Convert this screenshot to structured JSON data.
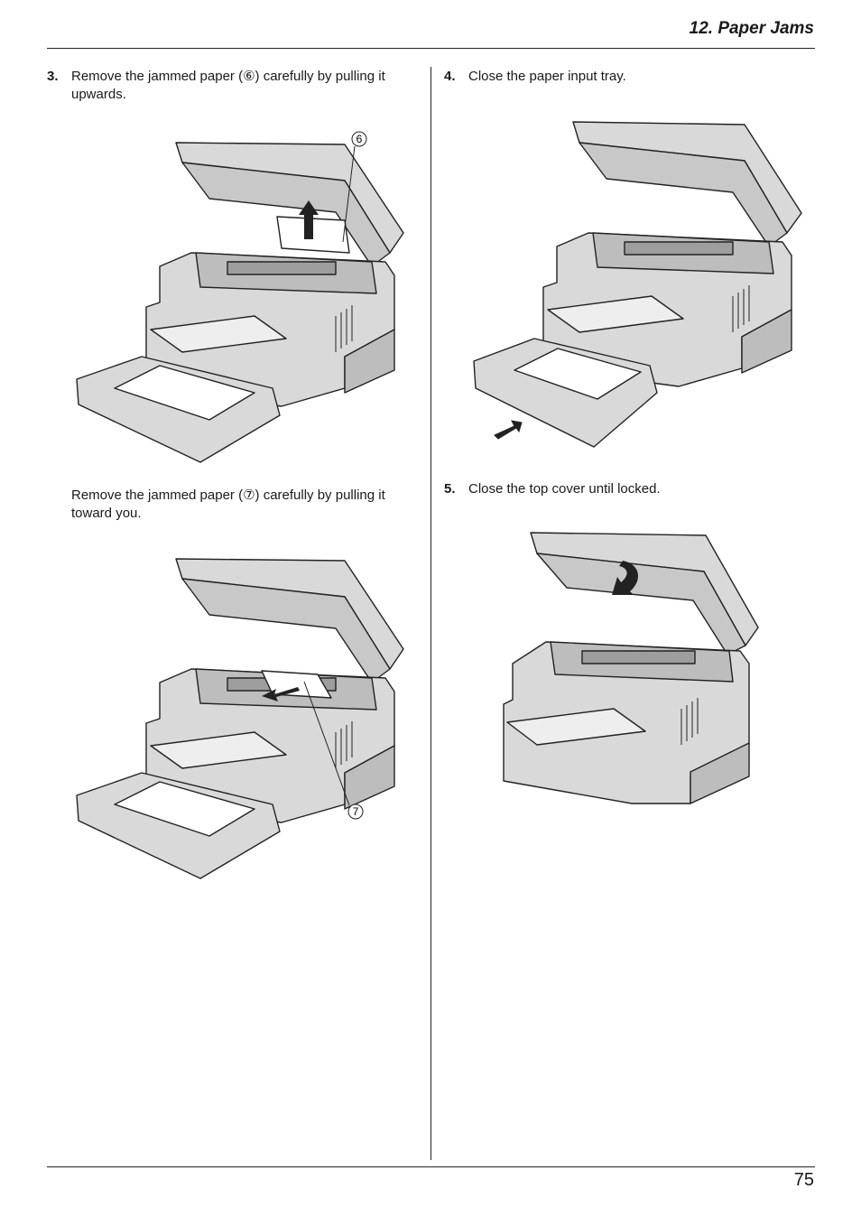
{
  "header": {
    "title": "12. Paper Jams"
  },
  "steps": {
    "s3": {
      "number": "3.",
      "line1": "Remove the jammed paper (⑥) carefully by pulling it",
      "line2": "upwards."
    },
    "s3b": {
      "line1": "Remove the jammed paper (⑦) carefully by pulling it",
      "line2": "toward you."
    },
    "s4": {
      "number": "4.",
      "line1": "Close the paper input tray."
    },
    "s5": {
      "number": "5.",
      "line1": "Close the top cover until locked."
    }
  },
  "callouts": {
    "c6": "6",
    "c7": "7"
  },
  "footer": {
    "page_number": "75"
  },
  "colors": {
    "ink": "#1a1a1a",
    "printer_fill": "#d9d9d9",
    "printer_shade": "#bdbdbd",
    "arrow": "#222222"
  },
  "icons": [
    "printer-open-cover-illustration",
    "paper-tray-illustration",
    "up-arrow-icon",
    "push-arrow-icon",
    "curved-arrow-icon"
  ]
}
